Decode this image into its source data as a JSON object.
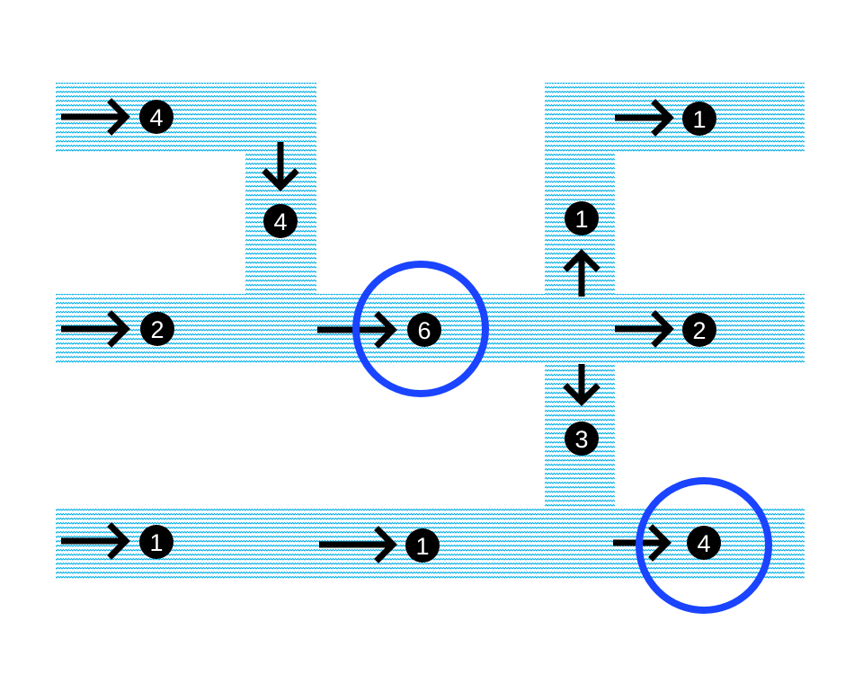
{
  "colors": {
    "path_fill": "#00aee6",
    "arrow": "#000000",
    "badge": "#000000",
    "badge_text": "#ffffff",
    "highlight": "#1a44ff"
  },
  "markers": [
    {
      "direction": "right",
      "value": "4"
    },
    {
      "direction": "down",
      "value": "4"
    },
    {
      "direction": "right",
      "value": "2"
    },
    {
      "direction": "right",
      "value": "6",
      "highlighted": true
    },
    {
      "direction": "up",
      "value": "1"
    },
    {
      "direction": "right",
      "value": "1"
    },
    {
      "direction": "right",
      "value": "2"
    },
    {
      "direction": "down",
      "value": "3"
    },
    {
      "direction": "right",
      "value": "1"
    },
    {
      "direction": "right",
      "value": "1"
    },
    {
      "direction": "right",
      "value": "4",
      "highlighted": true
    }
  ]
}
